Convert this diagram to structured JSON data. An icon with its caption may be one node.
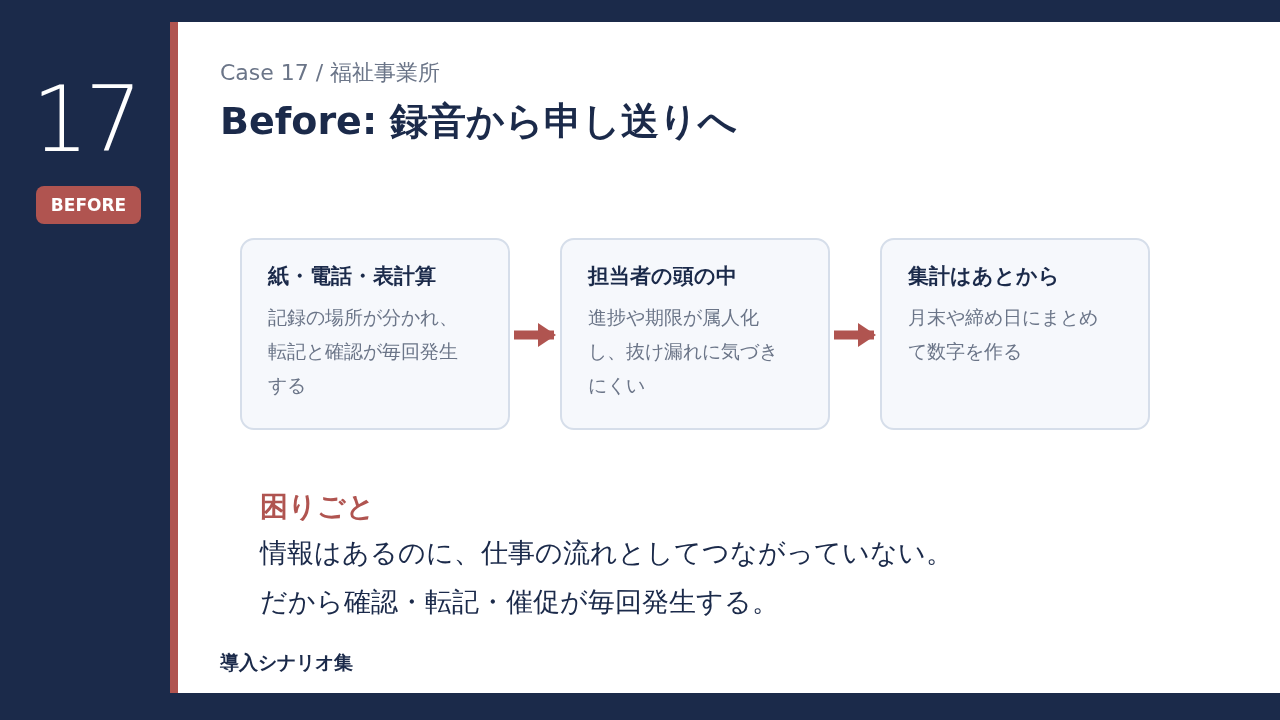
{
  "diagram": {
    "title": "Before: 録音から申し送りへ",
    "nodes": [
      {
        "text": [
          "紙・電話・表計算",
          "記録の場所が分かれ、転記と確認が毎回発生する"
        ]
      },
      {
        "text": [
          "担当者の頭の中",
          "進捗や期限が属人化し、抜け漏れに気づきにくい"
        ]
      },
      {
        "text": [
          "集計はあとから",
          "月末や締め日にまとめて数字を作る"
        ]
      }
    ],
    "edges": [
      {
        "from": 0,
        "to": 1,
        "arrow": "to"
      },
      {
        "from": 1,
        "to": 2,
        "arrow": "to"
      }
    ],
    "labels": [
      "17",
      "BEFORE",
      "Case 17 / 福祉事業所",
      "困りごと",
      "情報はあるのに、仕事の流れとしてつながっていない。",
      "だから確認・転記・催促が毎回発生する。",
      "導入シナリオ集"
    ]
  }
}
